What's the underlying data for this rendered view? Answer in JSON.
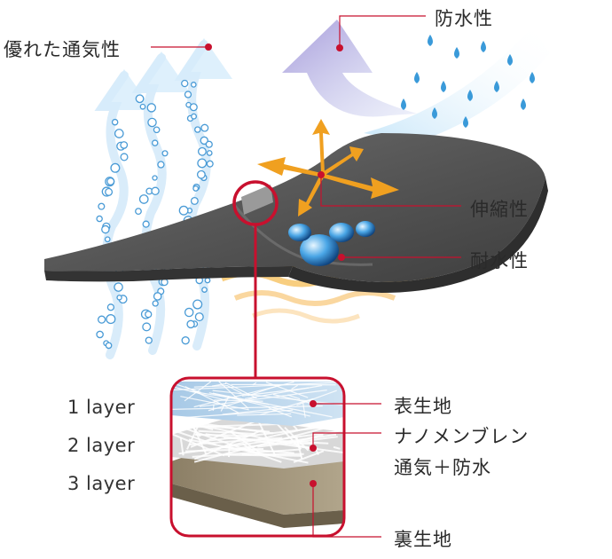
{
  "callouts": {
    "breathability": "優れた通気性",
    "waterproof": "防水性",
    "stretch": "伸縮性",
    "water_resistance": "耐水性"
  },
  "layers": {
    "layer1": "1 layer",
    "layer2": "2 layer",
    "layer3": "3 layer",
    "outer_fabric": "表生地",
    "membrane_line1": "ナノメンブレン",
    "membrane_line2": "通気＋防水",
    "inner_fabric": "裏生地"
  },
  "colors": {
    "accent": "#c8102e",
    "fabric": "#5a5a5a",
    "rain": "#3a9ad9",
    "heat": "#f2b33a",
    "vapor": "#8fc6ee",
    "arrow_purple": "#a99ad6",
    "stretch_arrow": "#f0a020"
  }
}
